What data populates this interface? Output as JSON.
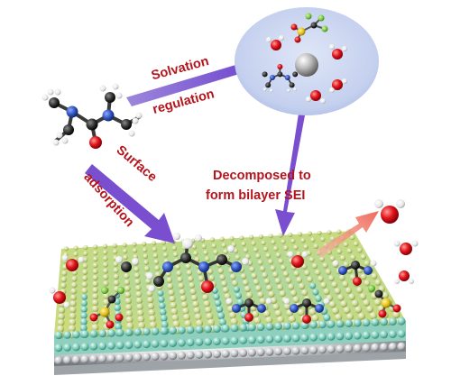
{
  "labels": {
    "solvation_line1": "Solvation",
    "solvation_line2": "regulation",
    "surface_line1": "Surface",
    "surface_line2": "adsorption",
    "decomposed_line1": "Decomposed to",
    "decomposed_line2": "form bilayer SEI"
  },
  "colors": {
    "label_red": "#b5141c",
    "arrow_purple": "#7a4fcf",
    "arrow_salmon": "#f07a6c",
    "bubble": "#c9d4ef",
    "oxygen": "#e0141a",
    "hydrogen": "#f4f4f4",
    "carbon": "#2a2a2a",
    "nitrogen": "#2b4fb8",
    "sulfur": "#e5c21a",
    "fluorine": "#7ac943",
    "zinc_ion": "#a6a6a6",
    "surface_top": "#c8d76a",
    "surface_mid": "#7fc6b3",
    "surface_base": "#b9bcc0"
  },
  "icons": [
    "tmu-molecule-icon",
    "water-molecule-icon",
    "otf-anion-icon",
    "zinc-ion-icon"
  ]
}
